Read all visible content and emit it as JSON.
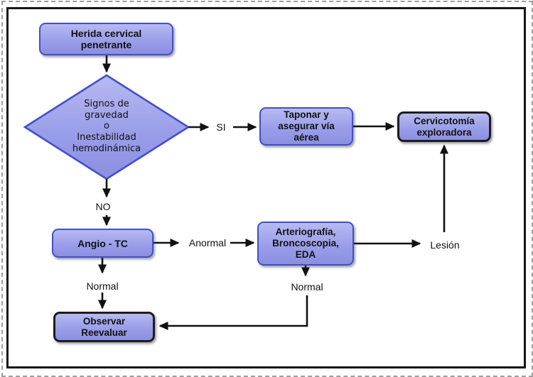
{
  "diagram": {
    "nodes": {
      "herida": {
        "label": "Herida cervical\npenetrante"
      },
      "signos": {
        "label": "Signos de\ngravedad\no\nInestabilidad\nhemodinámica"
      },
      "taponar": {
        "label": "Taponar y\nasegurar vía\naérea"
      },
      "cervicotomia": {
        "label": "Cervicotomía\nexploradora"
      },
      "angio": {
        "label": "Angio - TC"
      },
      "arterio": {
        "label": "Arteriografía,\nBroncoscopia,\nEDA"
      },
      "observar": {
        "label": "Observar\nReevaluar"
      }
    },
    "edge_labels": {
      "si": "SI",
      "no": "NO",
      "anormal": "Anormal",
      "normal_left": "Normal",
      "normal_mid": "Normal",
      "lesion": "Lesión"
    }
  },
  "colors": {
    "node_fill_top": "#b7baf1",
    "node_fill_mid": "#9a9ee9",
    "node_fill_bottom": "#8b8fe0",
    "node_border_blue": "#4150c8",
    "node_border_dark": "#1d1d1d",
    "arrow": "#111111",
    "frame": "#161616",
    "outer_dash": "#9e9e9e"
  }
}
